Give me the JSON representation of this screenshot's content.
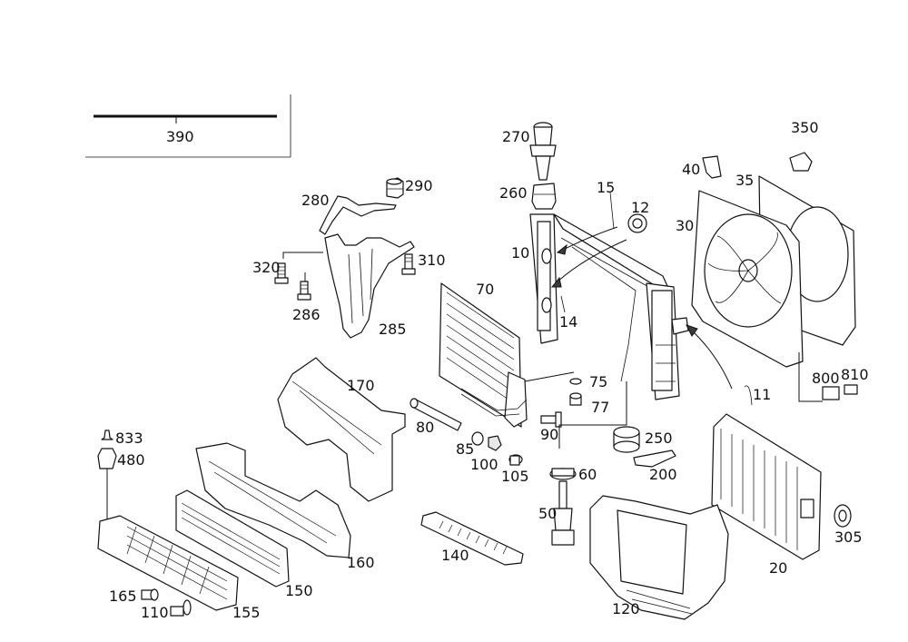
{
  "diagram": {
    "callouts": {
      "p10": "10",
      "p11": "11",
      "p12": "12",
      "p14": "14",
      "p15": "15",
      "p20": "20",
      "p30": "30",
      "p35": "35",
      "p40": "40",
      "p50": "50",
      "p60": "60",
      "p70": "70",
      "p75": "75",
      "p77": "77",
      "p80": "80",
      "p85": "85",
      "p90": "90",
      "p100": "100",
      "p105": "105",
      "p110": "110",
      "p120": "120",
      "p140": "140",
      "p150": "150",
      "p155": "155",
      "p160": "160",
      "p165": "165",
      "p170": "170",
      "p200": "200",
      "p250": "250",
      "p260": "260",
      "p270": "270",
      "p280": "280",
      "p285": "285",
      "p286": "286",
      "p290": "290",
      "p305": "305",
      "p310": "310",
      "p320": "320",
      "p350": "350",
      "p390": "390",
      "p480": "480",
      "p800": "800",
      "p810": "810",
      "p833": "833"
    }
  }
}
